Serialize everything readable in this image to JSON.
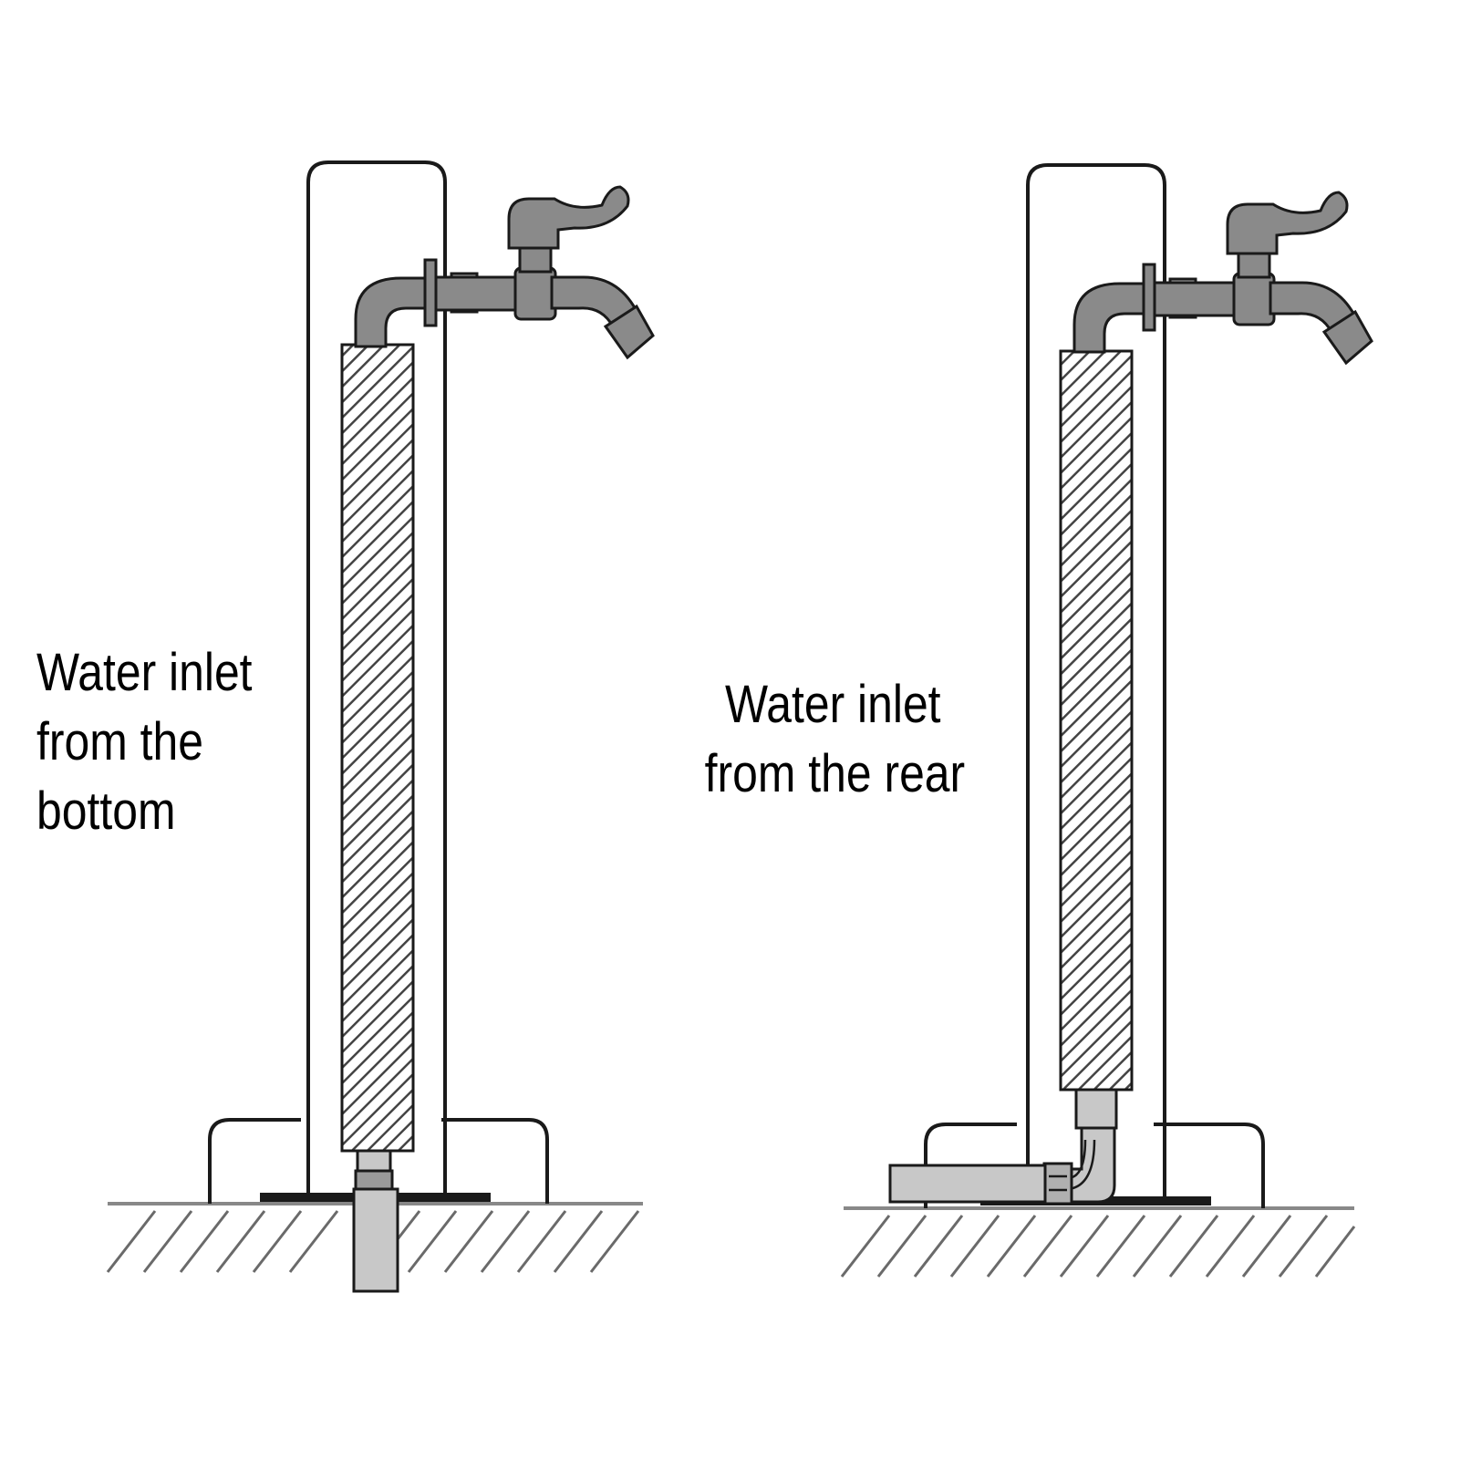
{
  "labels": {
    "bottom_inlet": {
      "lines": [
        "Water inlet",
        "from the",
        "bottom"
      ]
    },
    "rear_inlet": {
      "lines": [
        "Water inlet",
        "from the rear"
      ]
    }
  },
  "colors": {
    "outline": "#1a1a1a",
    "pipe_gray": "#8a8a8a",
    "pipe_dark": "#555555",
    "light_pipe": "#c8c8c8",
    "ground_hatch": "#6a6a6a"
  }
}
